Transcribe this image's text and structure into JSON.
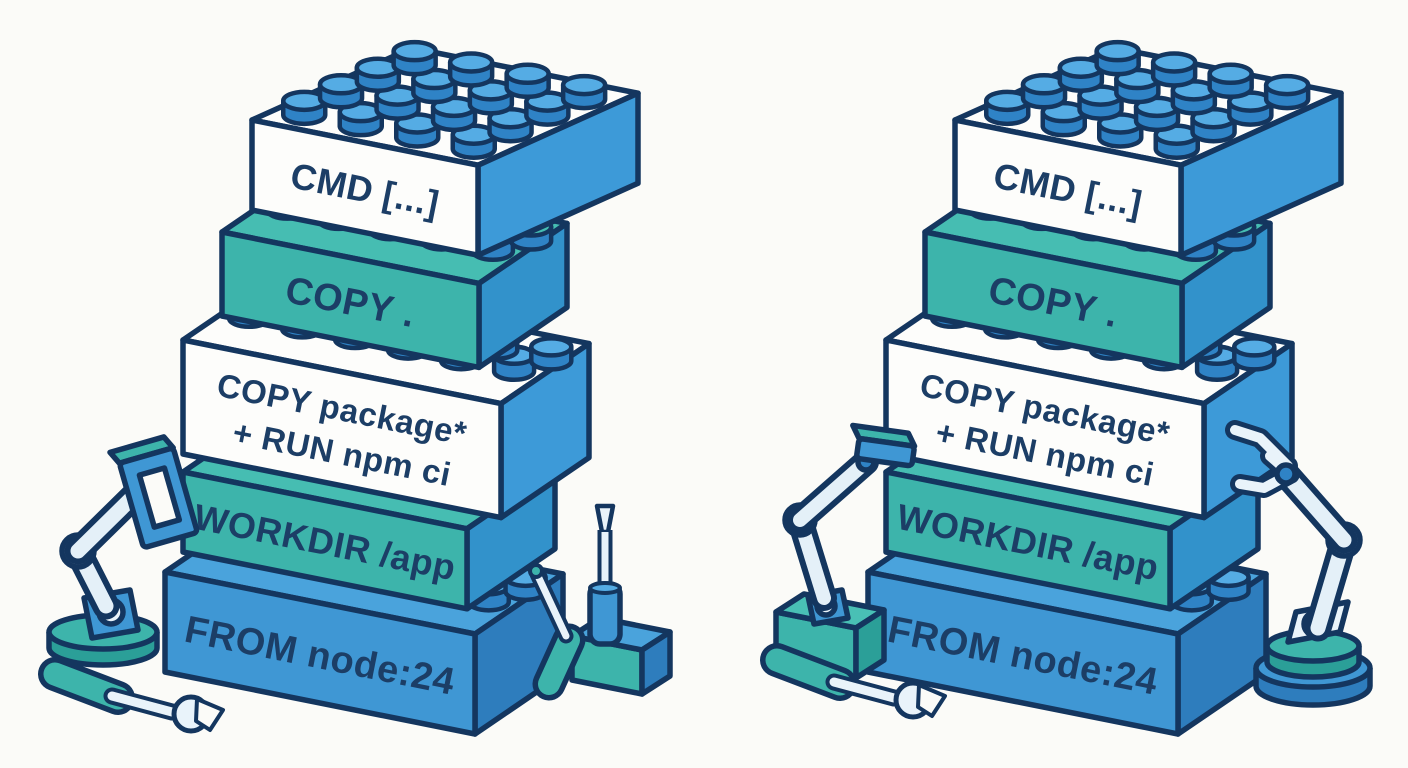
{
  "illustration": {
    "background": "#fbfbf8",
    "outline": "#14365f",
    "label_color": "#1c3e66"
  },
  "palette": {
    "white_front": "#fdfdfb",
    "white_side": "#3d9ad8",
    "teal_front": "#3db4ab",
    "teal_side": "#3292cb",
    "teal_top": "#46bdb2",
    "teal_dark": "#2b9f98",
    "blue_front": "#3f97d4",
    "blue_side": "#2e7dbd",
    "blue_top": "#4aa3dc",
    "stud_top": "#55ace4",
    "stud_side": "#2f83c6",
    "arm_light": "#eaf4fa"
  },
  "stacks": [
    {
      "id": "left",
      "layers": [
        {
          "color": "blue",
          "lines": [
            "FROM node:24"
          ]
        },
        {
          "color": "teal",
          "lines": [
            "WORKDIR /app"
          ]
        },
        {
          "color": "white",
          "lines": [
            "COPY package*",
            "+ RUN npm ci"
          ]
        },
        {
          "color": "teal",
          "lines": [
            "COPY ."
          ]
        },
        {
          "color": "white",
          "lines": [
            "CMD [...]"
          ]
        }
      ]
    },
    {
      "id": "right",
      "layers": [
        {
          "color": "blue",
          "lines": [
            "FROM node:24"
          ]
        },
        {
          "color": "teal",
          "lines": [
            "WORKDIR /app"
          ]
        },
        {
          "color": "white",
          "lines": [
            "COPY package*",
            "+ RUN npm ci"
          ]
        },
        {
          "color": "teal",
          "lines": [
            "COPY ."
          ]
        },
        {
          "color": "white",
          "lines": [
            "CMD [...]"
          ]
        }
      ]
    }
  ]
}
